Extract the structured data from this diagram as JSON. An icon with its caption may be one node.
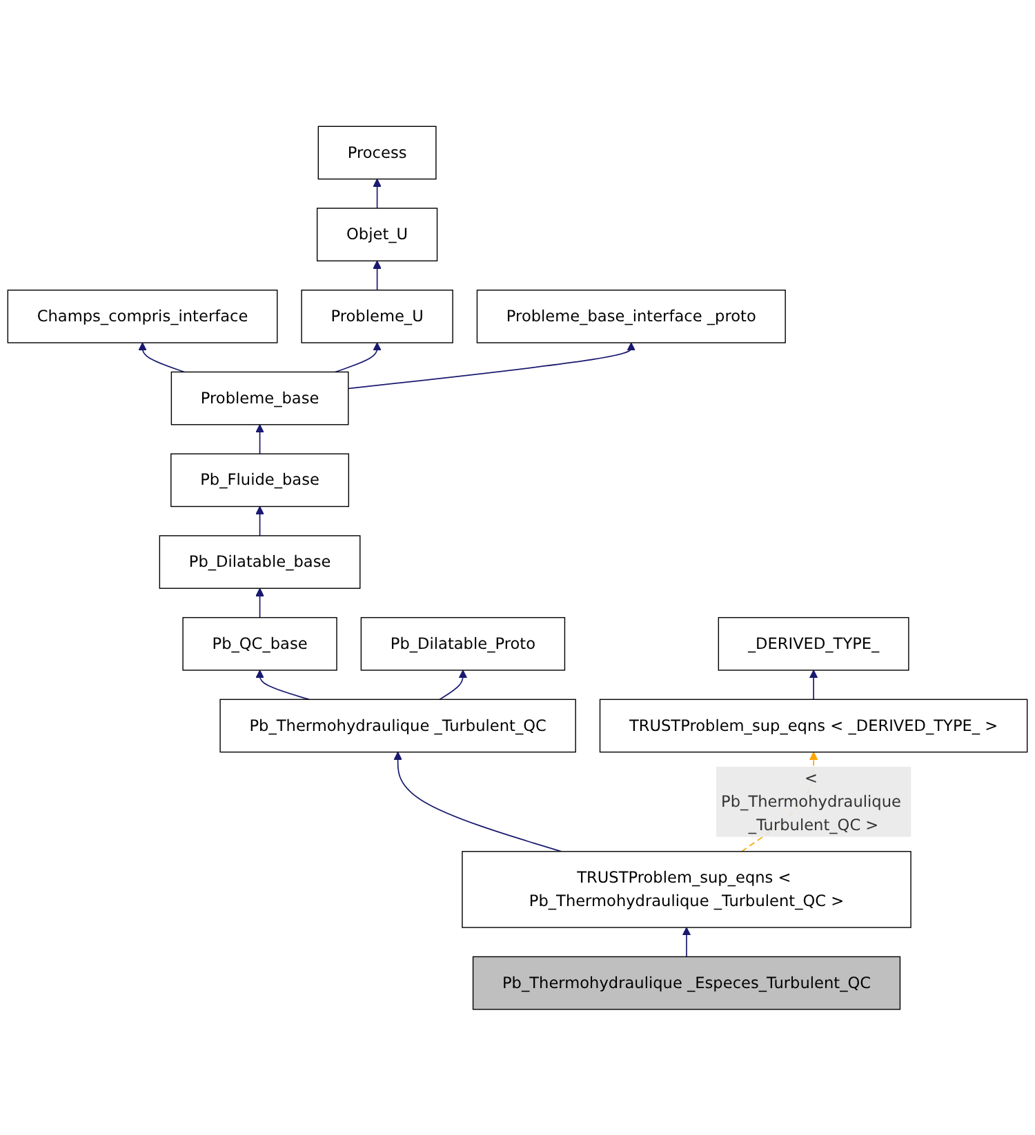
{
  "diagram": {
    "nodes": [
      {
        "text": [
          "Process"
        ]
      },
      {
        "text": [
          "Objet_U"
        ]
      },
      {
        "text": [
          "Champs_compris_interface"
        ]
      },
      {
        "text": [
          "Probleme_U"
        ]
      },
      {
        "text": [
          "Probleme_base_interface _proto"
        ]
      },
      {
        "text": [
          "Probleme_base"
        ]
      },
      {
        "text": [
          "Pb_Fluide_base"
        ]
      },
      {
        "text": [
          "Pb_Dilatable_base"
        ]
      },
      {
        "text": [
          "Pb_QC_base"
        ]
      },
      {
        "text": [
          "Pb_Dilatable_Proto"
        ]
      },
      {
        "text": [
          "_DERIVED_TYPE_"
        ]
      },
      {
        "text": [
          "Pb_Thermohydraulique _Turbulent_QC"
        ]
      },
      {
        "text": [
          "TRUSTProblem_sup_eqns < _DERIVED_TYPE_ >"
        ]
      },
      {
        "text": [
          "TRUSTProblem_sup_eqns < Pb_Thermohydraulique _Turbulent_QC >"
        ]
      },
      {
        "text": [
          "Pb_Thermohydraulique _Especes_Turbulent_QC"
        ]
      }
    ],
    "edges": [
      {
        "from": 1,
        "to": 0,
        "arrow": "to"
      },
      {
        "from": 3,
        "to": 1,
        "arrow": "to"
      },
      {
        "from": 5,
        "to": 2,
        "arrow": "to"
      },
      {
        "from": 5,
        "to": 3,
        "arrow": "to"
      },
      {
        "from": 5,
        "to": 4,
        "arrow": "to"
      },
      {
        "from": 6,
        "to": 5,
        "arrow": "to"
      },
      {
        "from": 7,
        "to": 6,
        "arrow": "to"
      },
      {
        "from": 8,
        "to": 7,
        "arrow": "to"
      },
      {
        "from": 11,
        "to": 8,
        "arrow": "to"
      },
      {
        "from": 11,
        "to": 9,
        "arrow": "to"
      },
      {
        "from": 12,
        "to": 10,
        "arrow": "to"
      },
      {
        "from": 13,
        "to": 11,
        "arrow": "to"
      },
      {
        "from": 13,
        "to": 12,
        "arrow": "to",
        "label": "< Pb_Thermohydraulique _Turbulent_QC >",
        "style": "dashed",
        "color": "#ffa500"
      },
      {
        "from": 14,
        "to": 13,
        "arrow": "to"
      }
    ]
  }
}
